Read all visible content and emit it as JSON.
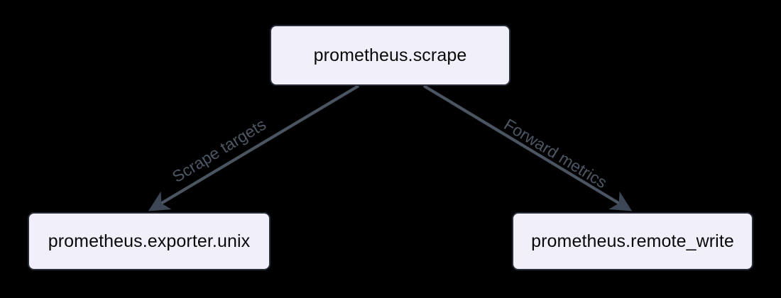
{
  "diagram": {
    "type": "flow-graph",
    "background_color": "#000000",
    "node_fill_color": "#f1f0fa",
    "node_border_color": "#282c38",
    "node_text_color": "#0a0a0a",
    "edge_color": "#4a5561",
    "edge_label_color": "#4d5663",
    "nodes": [
      {
        "id": "scrape",
        "label": "prometheus.scrape"
      },
      {
        "id": "exporter",
        "label": "prometheus.exporter.unix"
      },
      {
        "id": "remote",
        "label": "prometheus.remote_write"
      }
    ],
    "edges": [
      {
        "id": "scrape-targets",
        "from": "scrape",
        "to": "exporter",
        "label": "Scrape targets",
        "arrowhead": "filled-triangle"
      },
      {
        "id": "forward-metrics",
        "from": "scrape",
        "to": "remote",
        "label": "Forward metrics",
        "arrowhead": "filled-triangle"
      }
    ]
  }
}
